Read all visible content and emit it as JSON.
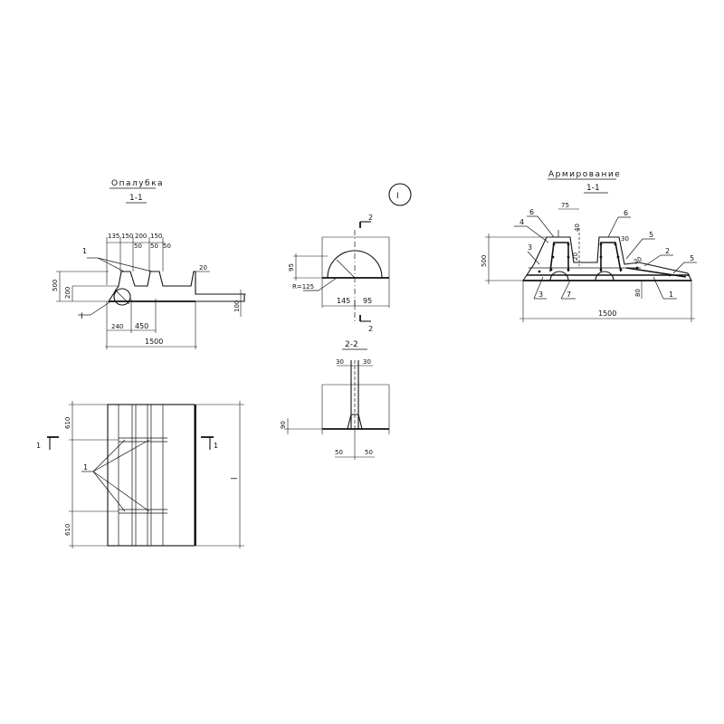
{
  "formwork": {
    "title": "Опалубка",
    "section": "1-1",
    "top_dims": [
      "135",
      "150",
      "200",
      "150"
    ],
    "sub_dims": [
      "50",
      "50",
      "50"
    ],
    "dim_20": "20",
    "dim_500": "500",
    "dim_200": "200",
    "dim_100": "100",
    "dim_240": "240",
    "dim_450": "450",
    "dim_1500": "1500",
    "callout_1": "1",
    "callout_I": "I"
  },
  "plan": {
    "dim_top": "610",
    "dim_bottom": "610",
    "dim_length": "l",
    "section_mark_left": "1",
    "section_mark_right": "1",
    "callout_1": "1"
  },
  "detail_I": {
    "label": "I",
    "dim_95_v": "95",
    "radius": "R=125",
    "dim_145": "145",
    "dim_95": "95",
    "cut_top": "2",
    "cut_bottom": "2"
  },
  "section_22": {
    "title": "2-2",
    "dim_30_left": "30",
    "dim_30_right": "30",
    "dim_90": "90",
    "dim_50_left": "50",
    "dim_50_right": "50"
  },
  "reinforcement": {
    "title": "Армирование",
    "section": "1-1",
    "dim_75": "75",
    "dim_40": "40",
    "dim_30": "30",
    "dim_20": "20",
    "dim_30b": "30",
    "dim_500": "500",
    "dim_80": "80",
    "dim_1500": "1500",
    "marks": {
      "m6a": "6",
      "m6b": "6",
      "m4": "4",
      "m3a": "3",
      "m3b": "3",
      "m7": "7",
      "m5": "5",
      "m2": "2",
      "m5b": "5",
      "m1": "1"
    }
  }
}
